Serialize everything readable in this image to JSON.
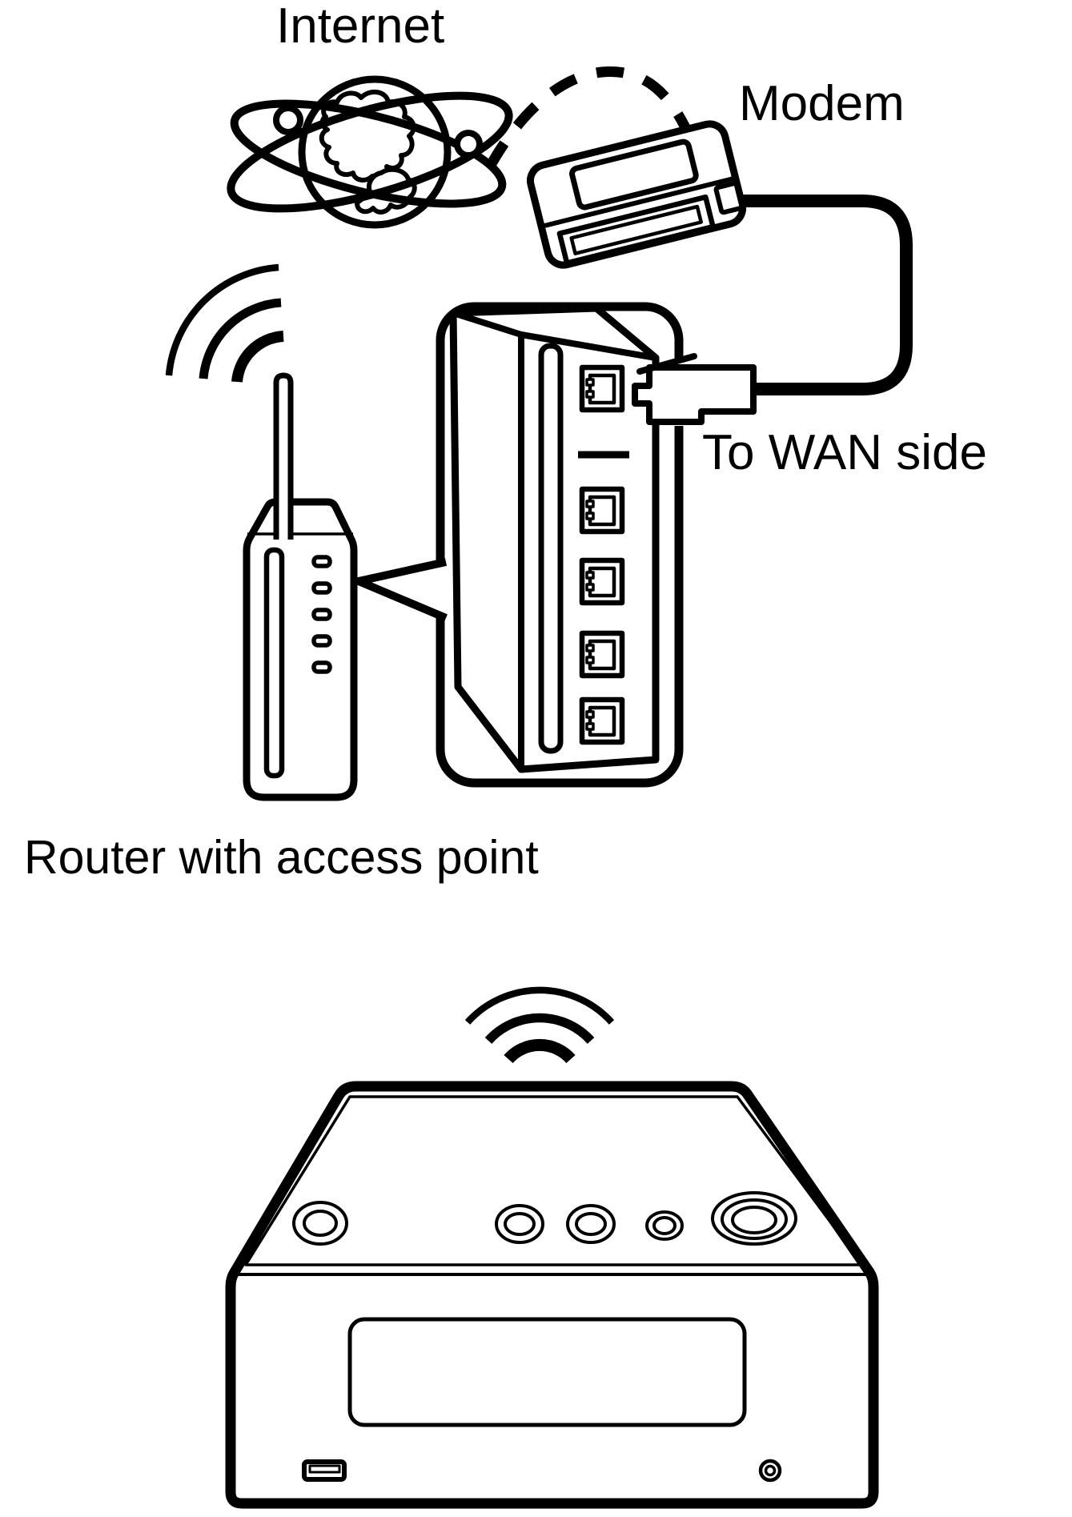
{
  "diagram": {
    "title_context": "Wireless LAN network connection diagram",
    "labels": {
      "internet": "Internet",
      "modem": "Modem",
      "to_wan_side": "To WAN side",
      "router": "Router with access point"
    },
    "colors": {
      "line": "#000000",
      "background": "#ffffff"
    },
    "icons": [
      "internet-globe-icon",
      "internet-dashed-link",
      "modem-icon",
      "ethernet-cable",
      "rj45-plug-icon",
      "router-ports-zoom-panel",
      "wan-port-icon",
      "lan-port-icon",
      "callout-wedge",
      "wifi-router-icon",
      "wifi-signal-icon",
      "network-receiver-icon",
      "usb-port-icon",
      "power-button-icon",
      "display-panel"
    ]
  }
}
